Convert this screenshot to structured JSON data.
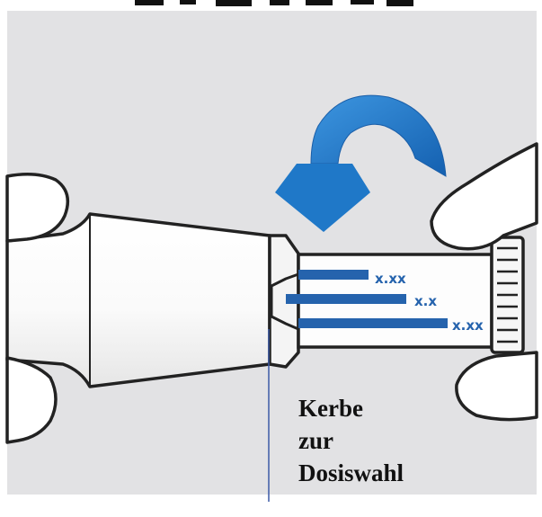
{
  "title_fragment": "",
  "scale_labels": [
    "x.xx",
    "x.x",
    "x.xx"
  ],
  "annotation": {
    "line1": "Kerbe",
    "line2": "zur",
    "line3": "Dosiswahl"
  },
  "icons": {
    "rotation_arrow": "curved-rotate-arrow-icon"
  },
  "colors": {
    "panel_background": "#e2e2e4",
    "arrow_blue": "#1f78c8",
    "scale_bar_blue": "#2563ad",
    "outline": "#222222",
    "pointer_line": "#3c5aa6"
  }
}
